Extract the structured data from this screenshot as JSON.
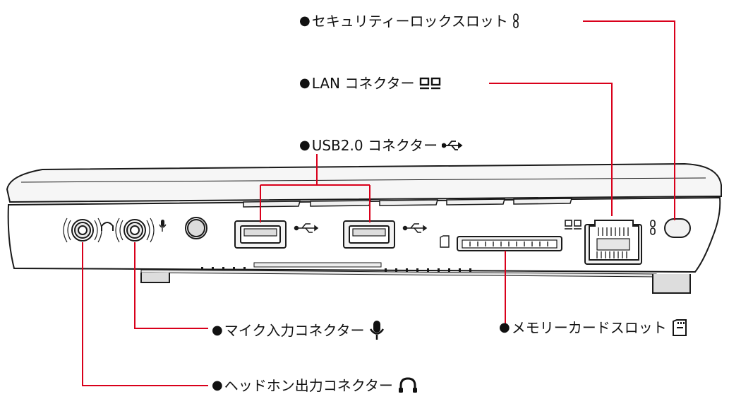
{
  "colors": {
    "leader": "#d9001b",
    "outline": "#1a1a1a",
    "fill_light": "#f2f2f2",
    "fill_mid": "#e4e4e4"
  },
  "labels": {
    "security_slot": {
      "bullet": "●",
      "text": "セキュリティーロックスロット",
      "icon": "lock-chain-icon"
    },
    "lan": {
      "bullet": "●",
      "text": "LAN コネクター",
      "icon": "lan-icon"
    },
    "usb": {
      "bullet": "●",
      "text": "USB2.0 コネクター",
      "icon": "usb-icon"
    },
    "mic": {
      "bullet": "●",
      "text": "マイク入力コネクター",
      "icon": "microphone-icon"
    },
    "card": {
      "bullet": "●",
      "text": "メモリーカードスロット",
      "icon": "memory-card-icon"
    },
    "headphone": {
      "bullet": "●",
      "text": "ヘッドホン出力コネクター",
      "icon": "headphone-icon"
    }
  }
}
